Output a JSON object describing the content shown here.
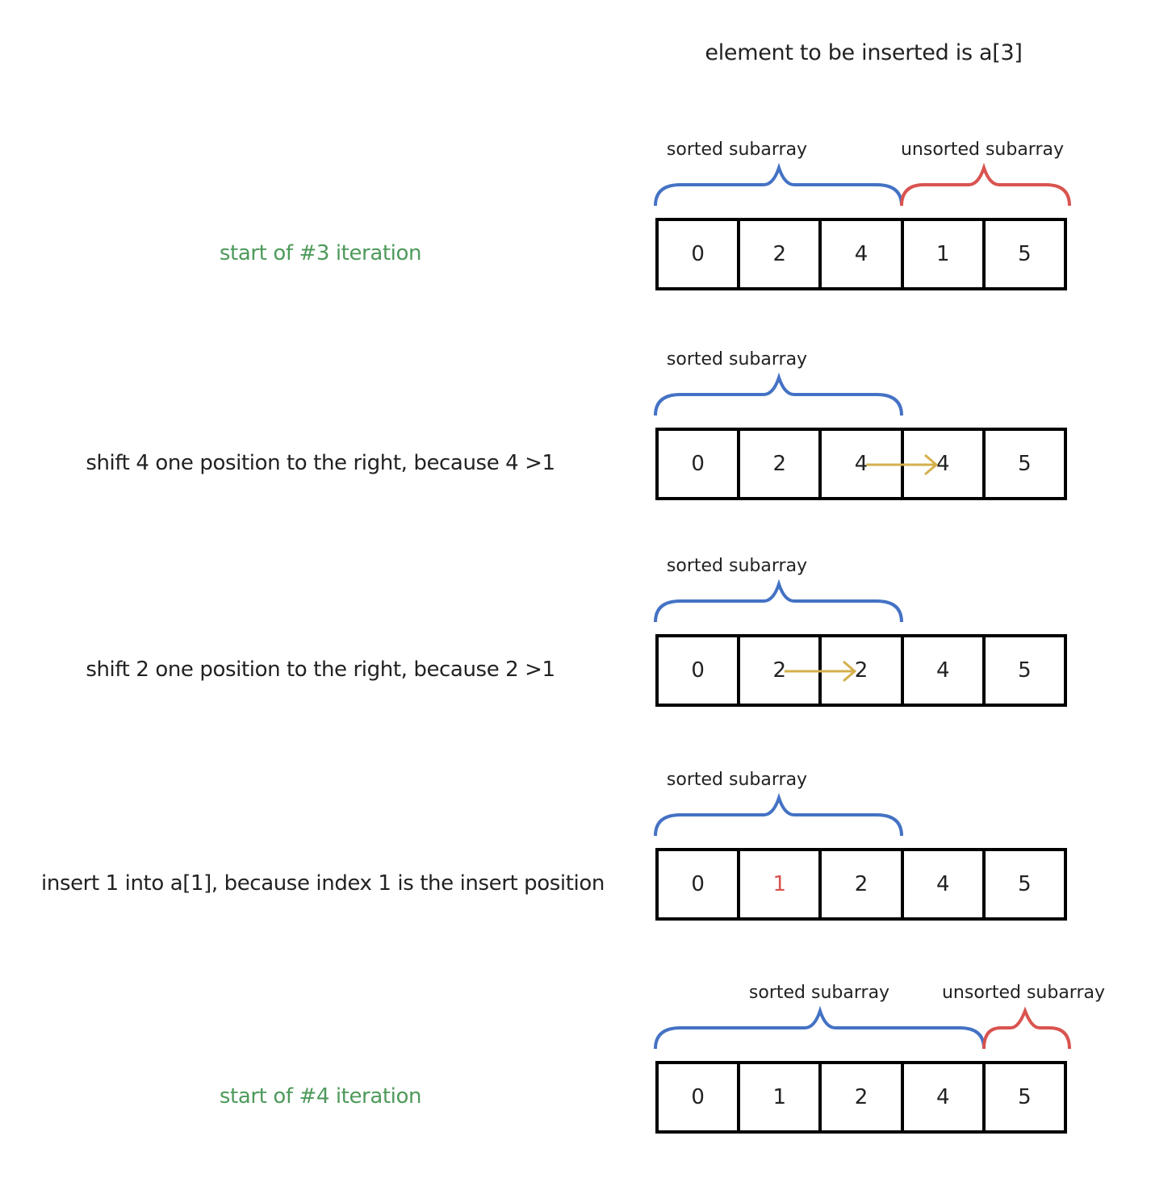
{
  "heading": "element to be inserted is a[3]",
  "colors": {
    "sorted_brace": "#4472c4",
    "unsorted_brace": "#d9534f",
    "caption_green": "#4e9a5b",
    "arrow": "#d4b04c",
    "inserted_value": "#d9534f"
  },
  "steps": [
    {
      "caption": "start of #3 iteration",
      "caption_color": "green",
      "cells": [
        "0",
        "2",
        "4",
        "1",
        "5"
      ],
      "sorted_label": "sorted subarray",
      "unsorted_label": "unsorted subarray"
    },
    {
      "caption": "shift 4 one position to the right, because 4 >1",
      "caption_color": "default",
      "cells": [
        "0",
        "2",
        "4",
        "4",
        "5"
      ],
      "sorted_label": "sorted subarray"
    },
    {
      "caption": "shift 2 one position to the right, because 2 >1",
      "caption_color": "default",
      "cells": [
        "0",
        "2",
        "2",
        "4",
        "5"
      ],
      "sorted_label": "sorted subarray"
    },
    {
      "caption": "insert 1 into a[1], because index 1 is the insert position",
      "caption_color": "default",
      "cells": [
        "0",
        "1",
        "2",
        "4",
        "5"
      ],
      "sorted_label": "sorted subarray"
    },
    {
      "caption": "start of #4 iteration",
      "caption_color": "green",
      "cells": [
        "0",
        "1",
        "2",
        "4",
        "5"
      ],
      "sorted_label": "sorted subarray",
      "unsorted_label": "unsorted subarray"
    }
  ]
}
